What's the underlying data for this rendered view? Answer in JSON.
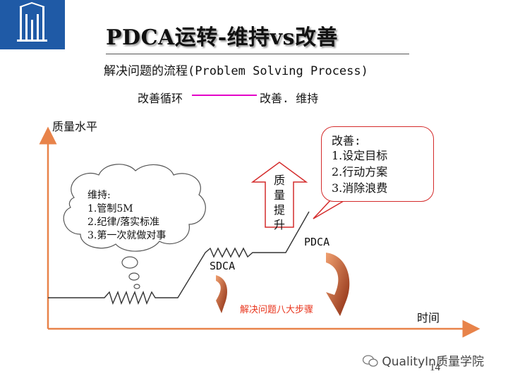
{
  "slide": {
    "title": "PDCA运转-维持vs改善",
    "subtitle": "解决问题的流程(Problem Solving Process)",
    "legend": {
      "left": "改善循环",
      "right": "改善. 维持",
      "line_color": "#e400c8"
    },
    "axes": {
      "y_label": "质量水平",
      "x_label": "时间",
      "axis_color": "#e8834a"
    },
    "cloud": {
      "title": "维持:",
      "items": [
        "1.管制5M",
        "2.纪律/落实标准",
        "3.第一次就做对事"
      ]
    },
    "callout": {
      "title": "改善:",
      "items": [
        "1.设定目标",
        "2.行动方案",
        "3.消除浪费"
      ],
      "border_color": "#d42b2b"
    },
    "arrow": {
      "text": "质量提升",
      "chars": [
        "质",
        "量",
        "提",
        "升"
      ]
    },
    "labels": {
      "sdca": "SDCA",
      "pdca": "PDCA",
      "steps": "解决问题八大步骤",
      "steps_color": "#e8341c"
    },
    "watermark": "QualityIn质量学院",
    "page_number": "14",
    "brand_color": "#1f5aa6"
  }
}
